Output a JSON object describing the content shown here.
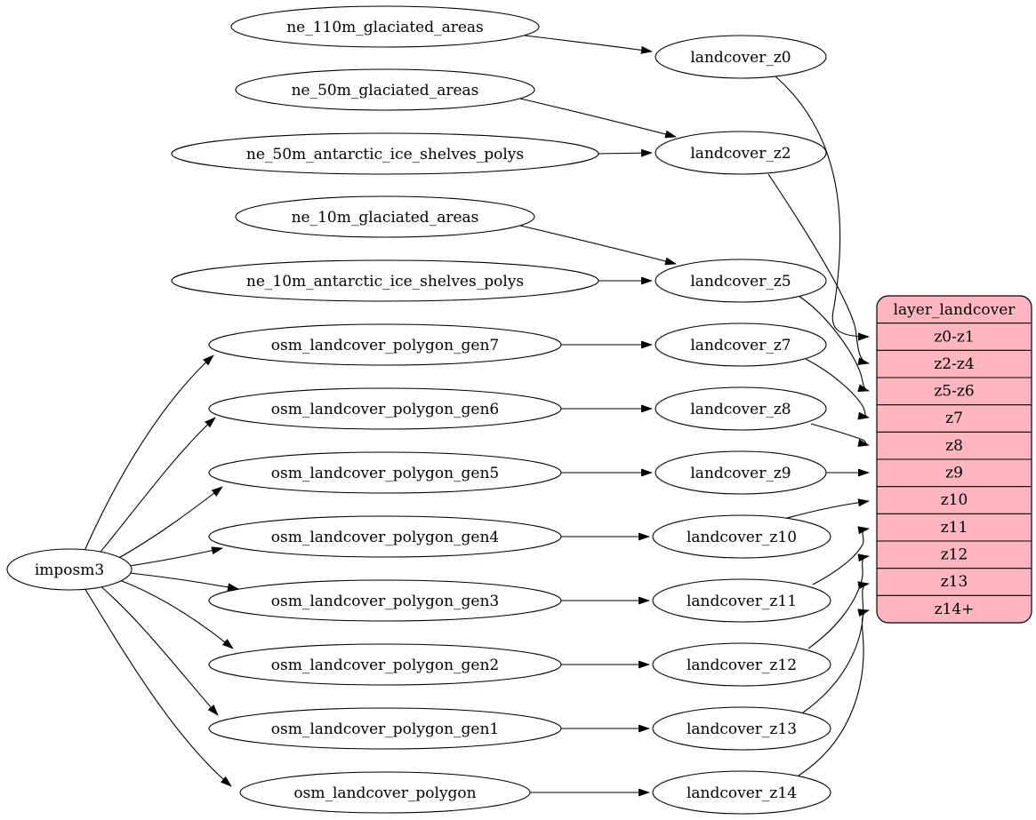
{
  "colors": {
    "background": "#ffffff",
    "node_fill": "#ffffff",
    "node_stroke": "#000000",
    "edge_color": "#000000",
    "record_fill": "#ffb6c1",
    "text_color": "#000000"
  },
  "nodes": {
    "root": "imposm3",
    "sources": [
      "ne_110m_glaciated_areas",
      "ne_50m_glaciated_areas",
      "ne_50m_antarctic_ice_shelves_polys",
      "ne_10m_glaciated_areas",
      "ne_10m_antarctic_ice_shelves_polys",
      "osm_landcover_polygon_gen7",
      "osm_landcover_polygon_gen6",
      "osm_landcover_polygon_gen5",
      "osm_landcover_polygon_gen4",
      "osm_landcover_polygon_gen3",
      "osm_landcover_polygon_gen2",
      "osm_landcover_polygon_gen1",
      "osm_landcover_polygon"
    ],
    "generalized": [
      "landcover_z0",
      "landcover_z2",
      "landcover_z5",
      "landcover_z7",
      "landcover_z8",
      "landcover_z9",
      "landcover_z10",
      "landcover_z11",
      "landcover_z12",
      "landcover_z13",
      "landcover_z14"
    ],
    "record": {
      "title": "layer_landcover",
      "rows": [
        "z0-z1",
        "z2-z4",
        "z5-z6",
        "z7",
        "z8",
        "z9",
        "z10",
        "z11",
        "z12",
        "z13",
        "z14+"
      ]
    }
  },
  "edges": [
    {
      "from": "imposm3",
      "to": "osm_landcover_polygon_gen7"
    },
    {
      "from": "imposm3",
      "to": "osm_landcover_polygon_gen6"
    },
    {
      "from": "imposm3",
      "to": "osm_landcover_polygon_gen5"
    },
    {
      "from": "imposm3",
      "to": "osm_landcover_polygon_gen4"
    },
    {
      "from": "imposm3",
      "to": "osm_landcover_polygon_gen3"
    },
    {
      "from": "imposm3",
      "to": "osm_landcover_polygon_gen2"
    },
    {
      "from": "imposm3",
      "to": "osm_landcover_polygon_gen1"
    },
    {
      "from": "imposm3",
      "to": "osm_landcover_polygon"
    },
    {
      "from": "ne_110m_glaciated_areas",
      "to": "landcover_z0"
    },
    {
      "from": "ne_50m_glaciated_areas",
      "to": "landcover_z2"
    },
    {
      "from": "ne_50m_antarctic_ice_shelves_polys",
      "to": "landcover_z2"
    },
    {
      "from": "ne_10m_glaciated_areas",
      "to": "landcover_z5"
    },
    {
      "from": "ne_10m_antarctic_ice_shelves_polys",
      "to": "landcover_z5"
    },
    {
      "from": "osm_landcover_polygon_gen7",
      "to": "landcover_z7"
    },
    {
      "from": "osm_landcover_polygon_gen6",
      "to": "landcover_z8"
    },
    {
      "from": "osm_landcover_polygon_gen5",
      "to": "landcover_z9"
    },
    {
      "from": "osm_landcover_polygon_gen4",
      "to": "landcover_z10"
    },
    {
      "from": "osm_landcover_polygon_gen3",
      "to": "landcover_z11"
    },
    {
      "from": "osm_landcover_polygon_gen2",
      "to": "landcover_z12"
    },
    {
      "from": "osm_landcover_polygon_gen1",
      "to": "landcover_z13"
    },
    {
      "from": "osm_landcover_polygon",
      "to": "landcover_z14"
    },
    {
      "from": "landcover_z0",
      "to": "layer_landcover:z0-z1"
    },
    {
      "from": "landcover_z2",
      "to": "layer_landcover:z2-z4"
    },
    {
      "from": "landcover_z5",
      "to": "layer_landcover:z5-z6"
    },
    {
      "from": "landcover_z7",
      "to": "layer_landcover:z7"
    },
    {
      "from": "landcover_z8",
      "to": "layer_landcover:z8"
    },
    {
      "from": "landcover_z9",
      "to": "layer_landcover:z9"
    },
    {
      "from": "landcover_z10",
      "to": "layer_landcover:z10"
    },
    {
      "from": "landcover_z11",
      "to": "layer_landcover:z11"
    },
    {
      "from": "landcover_z12",
      "to": "layer_landcover:z12"
    },
    {
      "from": "landcover_z13",
      "to": "layer_landcover:z13"
    },
    {
      "from": "landcover_z14",
      "to": "layer_landcover:z14+"
    }
  ]
}
